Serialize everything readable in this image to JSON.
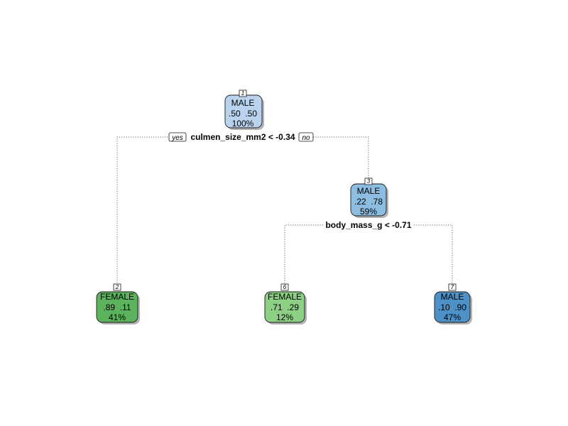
{
  "tree": {
    "nodes": [
      {
        "id": "1",
        "label": "MALE",
        "probs": ".50  .50",
        "pct": "100%",
        "color": "#b9d3ef"
      },
      {
        "id": "3",
        "label": "MALE",
        "probs": ".22  .78",
        "pct": "59%",
        "color": "#8dbde0"
      },
      {
        "id": "2",
        "label": "FEMALE",
        "probs": ".89  .11",
        "pct": "41%",
        "color": "#5db25d"
      },
      {
        "id": "6",
        "label": "FEMALE",
        "probs": ".71  .29",
        "pct": "12%",
        "color": "#8ecf86"
      },
      {
        "id": "7",
        "label": "MALE",
        "probs": ".10  .90",
        "pct": "47%",
        "color": "#4d91c6"
      }
    ],
    "splits": [
      {
        "text": "culmen_size_mm2 < -0.34",
        "yes": "yes",
        "no": "no"
      },
      {
        "text": "body_mass_g < -0.71"
      }
    ]
  }
}
